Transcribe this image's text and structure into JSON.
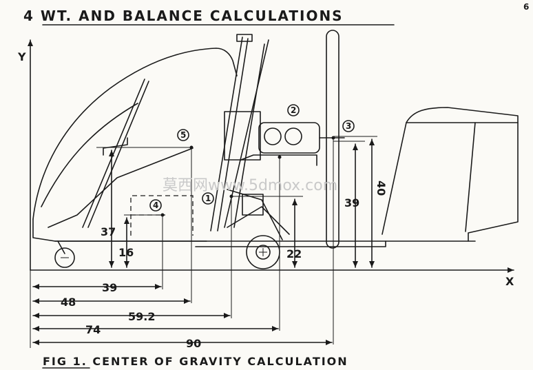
{
  "title": "4 WT. AND BALANCE CALCULATIONS",
  "page_number": "6",
  "caption": "FIG 1. CENTER OF GRAVITY CALCULATION",
  "axes": {
    "y_label": "Y",
    "x_label": "X"
  },
  "watermark": "莫西网www.5dmox.com",
  "points": [
    {
      "label": "1"
    },
    {
      "label": "2"
    },
    {
      "label": "3"
    },
    {
      "label": "4"
    },
    {
      "label": "5"
    }
  ],
  "x_dimensions": [
    "39",
    "48",
    "59.2",
    "74",
    "90"
  ],
  "y_dimensions": [
    "37",
    "16",
    "22",
    "39",
    "40"
  ]
}
